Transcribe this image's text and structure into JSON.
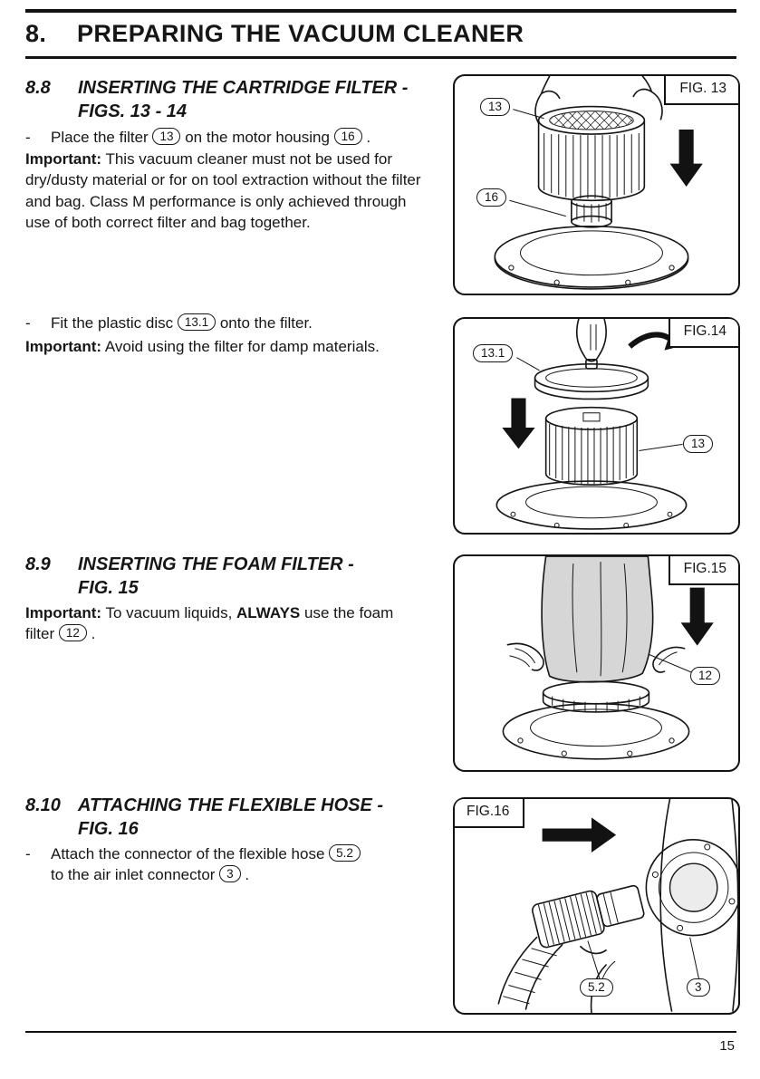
{
  "page": {
    "header_number": "8.",
    "header_title": "PREPARING THE VACUUM CLEANER",
    "page_number": "15"
  },
  "s88": {
    "number": "8.8",
    "title": "INSERTING THE CARTRIDGE FILTER -\nFIGS. 13 - 14",
    "b1": {
      "dash": "-",
      "t1": "Place the filter ",
      "c1": "13",
      "t2": " on the motor housing ",
      "c2": "16",
      "t3": " ."
    },
    "imp1_label": "Important:",
    "imp1_text": " This vacuum cleaner must not be used for dry/dusty material or for on tool extraction without the filter and bag. Class M performance is only achieved through use of both correct filter and bag together.",
    "b2": {
      "dash": "-",
      "t1": "Fit the plastic disc ",
      "c1": "13.1",
      "t2": " onto the filter."
    },
    "imp2_label": "Important:",
    "imp2_text": " Avoid using the filter for damp materials."
  },
  "s89": {
    "number": "8.9",
    "title": "INSERTING THE FOAM FILTER -\nFIG. 15",
    "imp_label": "Important:",
    "imp_t1": " To vacuum liquids, ",
    "imp_bold": "ALWAYS",
    "imp_t2": " use the foam filter ",
    "c1": "12",
    "imp_t3": " ."
  },
  "s810": {
    "number": "8.10",
    "title": "ATTACHING THE FLEXIBLE HOSE -\nFIG. 16",
    "b1": {
      "dash": "-",
      "t1": "Attach the connector of the flexible hose ",
      "c1": "5.2",
      "t2": "\nto the air inlet connector ",
      "c2": "3",
      "t3": " ."
    }
  },
  "fig13": {
    "label": "FIG. 13",
    "callout_13": "13",
    "callout_16": "16"
  },
  "fig14": {
    "label": "FIG.14",
    "callout_131": "13.1",
    "callout_13": "13"
  },
  "fig15": {
    "label": "FIG.15",
    "callout_12": "12"
  },
  "fig16": {
    "label": "FIG.16",
    "callout_52": "5.2",
    "callout_3": "3"
  }
}
